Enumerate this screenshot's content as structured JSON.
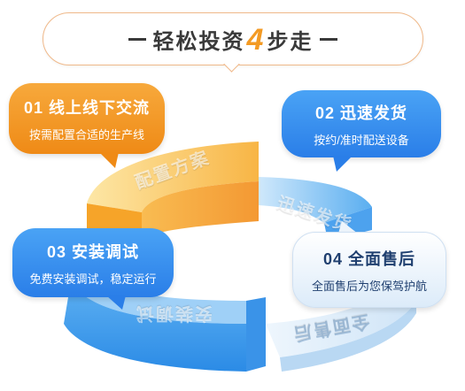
{
  "header": {
    "dash_left": "—",
    "title_before": "轻松投资",
    "title_number": "4",
    "title_after": "步走",
    "dash_right": "—"
  },
  "steps": [
    {
      "title": "01 线上线下交流",
      "desc": "按需配置合适的生产线",
      "segment_label": "配置方案"
    },
    {
      "title": "02 迅速发货",
      "desc": "按约/准时配送设备",
      "segment_label": "迅速发货"
    },
    {
      "title": "03 安装调试",
      "desc": "免费安装调试，稳定运行",
      "segment_label": "安装调试"
    },
    {
      "title": "04 全面售后",
      "desc": "全面售后为您保驾护航",
      "segment_label": "全面售后"
    }
  ],
  "colors": {
    "orange": "#f39a23",
    "blue": "#2a7ee8",
    "light_blue": "#a9d2f5",
    "dark_text": "#3a3a3a"
  }
}
